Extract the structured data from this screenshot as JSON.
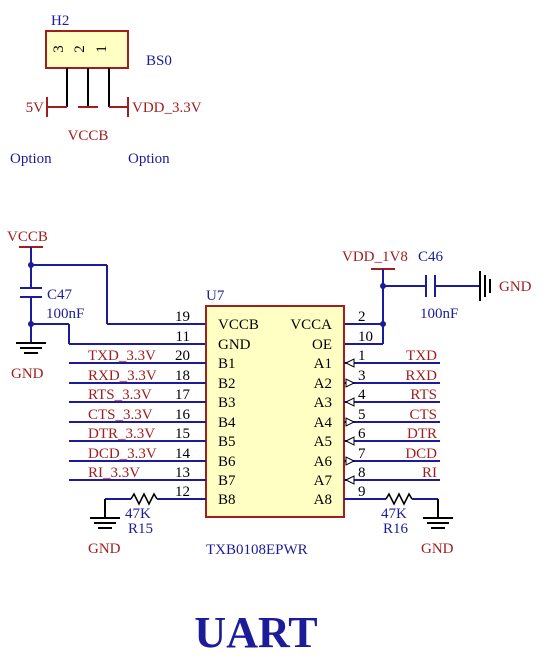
{
  "colors": {
    "wire": "#1c1c9a",
    "power": "#a01e1e",
    "ground": "#000000",
    "ic_fill": "#ffffc4",
    "ic_stroke": "#a01e1e",
    "title": "#1c1c9a"
  },
  "header": {
    "ref": "H2",
    "pins": [
      "3",
      "2",
      "1"
    ],
    "name": "BS0",
    "net_left": "5V",
    "net_mid": "VCCB",
    "net_right": "VDD_3.3V",
    "option_left": "Option",
    "option_right": "Option"
  },
  "left_supply": {
    "net": "VCCB",
    "cap_ref": "C47",
    "cap_value": "100nF",
    "gnd": "GND"
  },
  "right_supply": {
    "net": "VDD_1V8",
    "cap_ref": "C46",
    "cap_value": "100nF",
    "gnd": "GND"
  },
  "ic": {
    "ref": "U7",
    "part": "TXB0108EPWR",
    "left_pins": [
      {
        "num": "19",
        "name": "VCCB",
        "net": ""
      },
      {
        "num": "11",
        "name": "GND",
        "net": ""
      },
      {
        "num": "20",
        "name": "B1",
        "net": "TXD_3.3V"
      },
      {
        "num": "18",
        "name": "B2",
        "net": "RXD_3.3V"
      },
      {
        "num": "17",
        "name": "B3",
        "net": "RTS_3.3V"
      },
      {
        "num": "16",
        "name": "B4",
        "net": "CTS_3.3V"
      },
      {
        "num": "15",
        "name": "B5",
        "net": "DTR_3.3V"
      },
      {
        "num": "14",
        "name": "B6",
        "net": "DCD_3.3V"
      },
      {
        "num": "13",
        "name": "B7",
        "net": "RI_3.3V"
      },
      {
        "num": "12",
        "name": "B8",
        "net": ""
      }
    ],
    "right_pins": [
      {
        "num": "2",
        "name": "VCCA",
        "net": ""
      },
      {
        "num": "10",
        "name": "OE",
        "net": ""
      },
      {
        "num": "1",
        "name": "A1",
        "net": "TXD"
      },
      {
        "num": "3",
        "name": "A2",
        "net": "RXD"
      },
      {
        "num": "4",
        "name": "A3",
        "net": "RTS"
      },
      {
        "num": "5",
        "name": "A4",
        "net": "CTS"
      },
      {
        "num": "6",
        "name": "A5",
        "net": "DTR"
      },
      {
        "num": "7",
        "name": "A6",
        "net": "DCD"
      },
      {
        "num": "8",
        "name": "A7",
        "net": "RI"
      },
      {
        "num": "9",
        "name": "A8",
        "net": ""
      }
    ]
  },
  "resistors": {
    "left": {
      "ref": "R15",
      "value": "47K",
      "gnd": "GND"
    },
    "right": {
      "ref": "R16",
      "value": "47K",
      "gnd": "GND"
    }
  },
  "title": "UART"
}
